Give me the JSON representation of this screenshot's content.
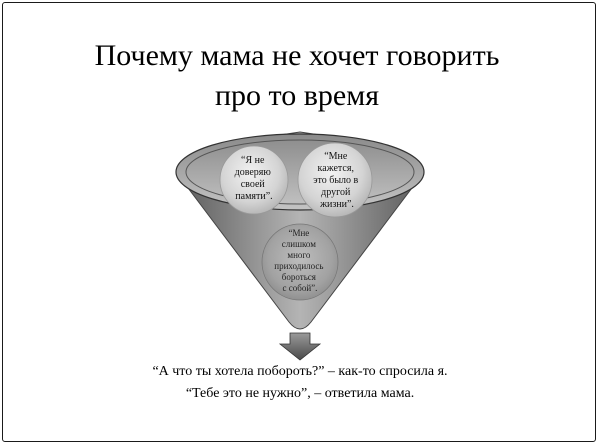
{
  "title": {
    "line1": "Почему мама не хочет говорить",
    "line2": "про то время"
  },
  "funnel": {
    "circles": [
      {
        "lines": [
          "“Я не",
          "доверяю",
          "своей",
          "памяти”."
        ]
      },
      {
        "lines": [
          "“Мне",
          "кажется,",
          "это было в",
          "другой",
          "жизни”."
        ]
      },
      {
        "lines": [
          "“Мне",
          "слишком",
          "много",
          "приходилось",
          "бороться",
          "с собой”."
        ]
      }
    ]
  },
  "dialogue": {
    "question": "“А что ты хотела побороть?” – как-то спросила я.",
    "answer": "“Тебе это не нужно”, – ответила мама."
  }
}
